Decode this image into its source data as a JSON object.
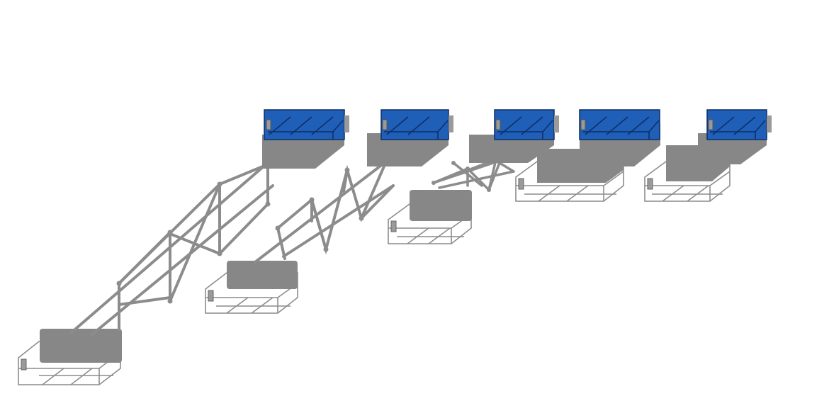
{
  "colors": {
    "background": "#ffffff",
    "blue_box_fill": "#1f5fb8",
    "blue_box_edge": "#0d2f66",
    "blue_box_highlight": "#3d7fd6",
    "gray_shadow": "#878787",
    "gray_wire": "#8c8c8c",
    "gray_tab": "#9a9a9a"
  },
  "modules": [
    {
      "id": "module-1",
      "top_box": "blue",
      "bottom_box": "gray-wireframe",
      "link_style": "scissor-lift"
    },
    {
      "id": "module-2",
      "top_box": "blue",
      "bottom_box": "gray-wireframe",
      "link_style": "zigzag-truss"
    },
    {
      "id": "module-3",
      "top_box": "blue",
      "bottom_box": "gray-wireframe",
      "link_style": "compressed-truss"
    },
    {
      "id": "module-4",
      "top_box": "blue",
      "bottom_box": "gray-wireframe",
      "link_style": "none"
    },
    {
      "id": "module-5",
      "top_box": "blue",
      "bottom_box": "gray-wireframe",
      "link_style": "none"
    }
  ]
}
